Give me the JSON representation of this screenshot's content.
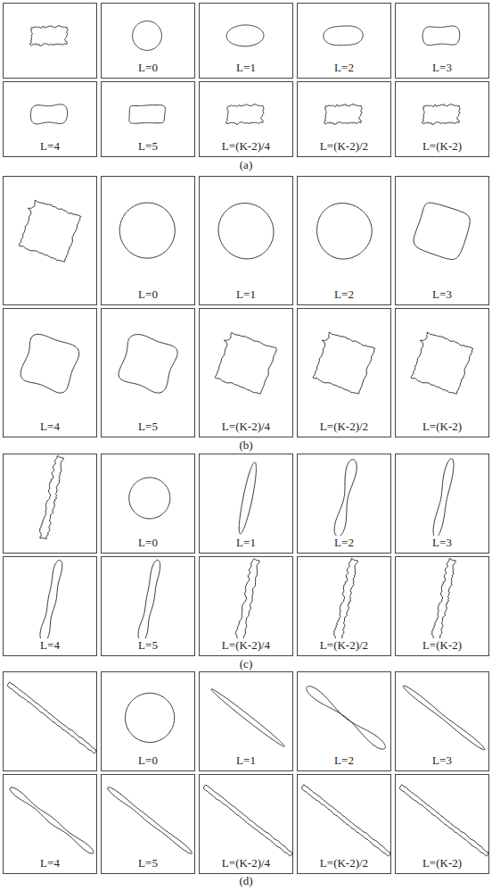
{
  "diagram": {
    "nodes": [
      {
        "text": [
          "L=0"
        ]
      },
      {
        "text": [
          "L=1"
        ]
      },
      {
        "text": [
          "L=2"
        ]
      },
      {
        "text": [
          "L=3"
        ]
      },
      {
        "text": [
          "L=4"
        ]
      },
      {
        "text": [
          "L=5"
        ]
      },
      {
        "text": [
          "L=(K-2)/4"
        ]
      },
      {
        "text": [
          "L=(K-2)/2"
        ]
      },
      {
        "text": [
          "L=(K-2)"
        ]
      },
      {
        "text": [
          "L=0"
        ]
      },
      {
        "text": [
          "L=1"
        ]
      },
      {
        "text": [
          "L=2"
        ]
      },
      {
        "text": [
          "L=3"
        ]
      },
      {
        "text": [
          "L=4"
        ]
      },
      {
        "text": [
          "L=5"
        ]
      },
      {
        "text": [
          "L=(K-2)/4"
        ]
      },
      {
        "text": [
          "L=(K-2)/2"
        ]
      },
      {
        "text": [
          "L=(K-2)"
        ]
      },
      {
        "text": [
          "L=0"
        ]
      },
      {
        "text": [
          "L=1"
        ]
      },
      {
        "text": [
          "L=2"
        ]
      },
      {
        "text": [
          "L=3"
        ]
      },
      {
        "text": [
          "L=4"
        ]
      },
      {
        "text": [
          "L=5"
        ]
      },
      {
        "text": [
          "L=(K-2)/4"
        ]
      },
      {
        "text": [
          "L=(K-2)/2"
        ]
      },
      {
        "text": [
          "L=(K-2)"
        ]
      },
      {
        "text": [
          "L=0"
        ]
      },
      {
        "text": [
          "L=1"
        ]
      },
      {
        "text": [
          "L=2"
        ]
      },
      {
        "text": [
          "L=3"
        ]
      },
      {
        "text": [
          "L=4"
        ]
      },
      {
        "text": [
          "L=5"
        ]
      },
      {
        "text": [
          "L=(K-2)/4"
        ]
      },
      {
        "text": [
          "L=(K-2)/2"
        ]
      },
      {
        "text": [
          "L=(K-2)"
        ]
      }
    ],
    "labels": [
      "(a)",
      "(b)",
      "(c)",
      "(d)"
    ]
  }
}
